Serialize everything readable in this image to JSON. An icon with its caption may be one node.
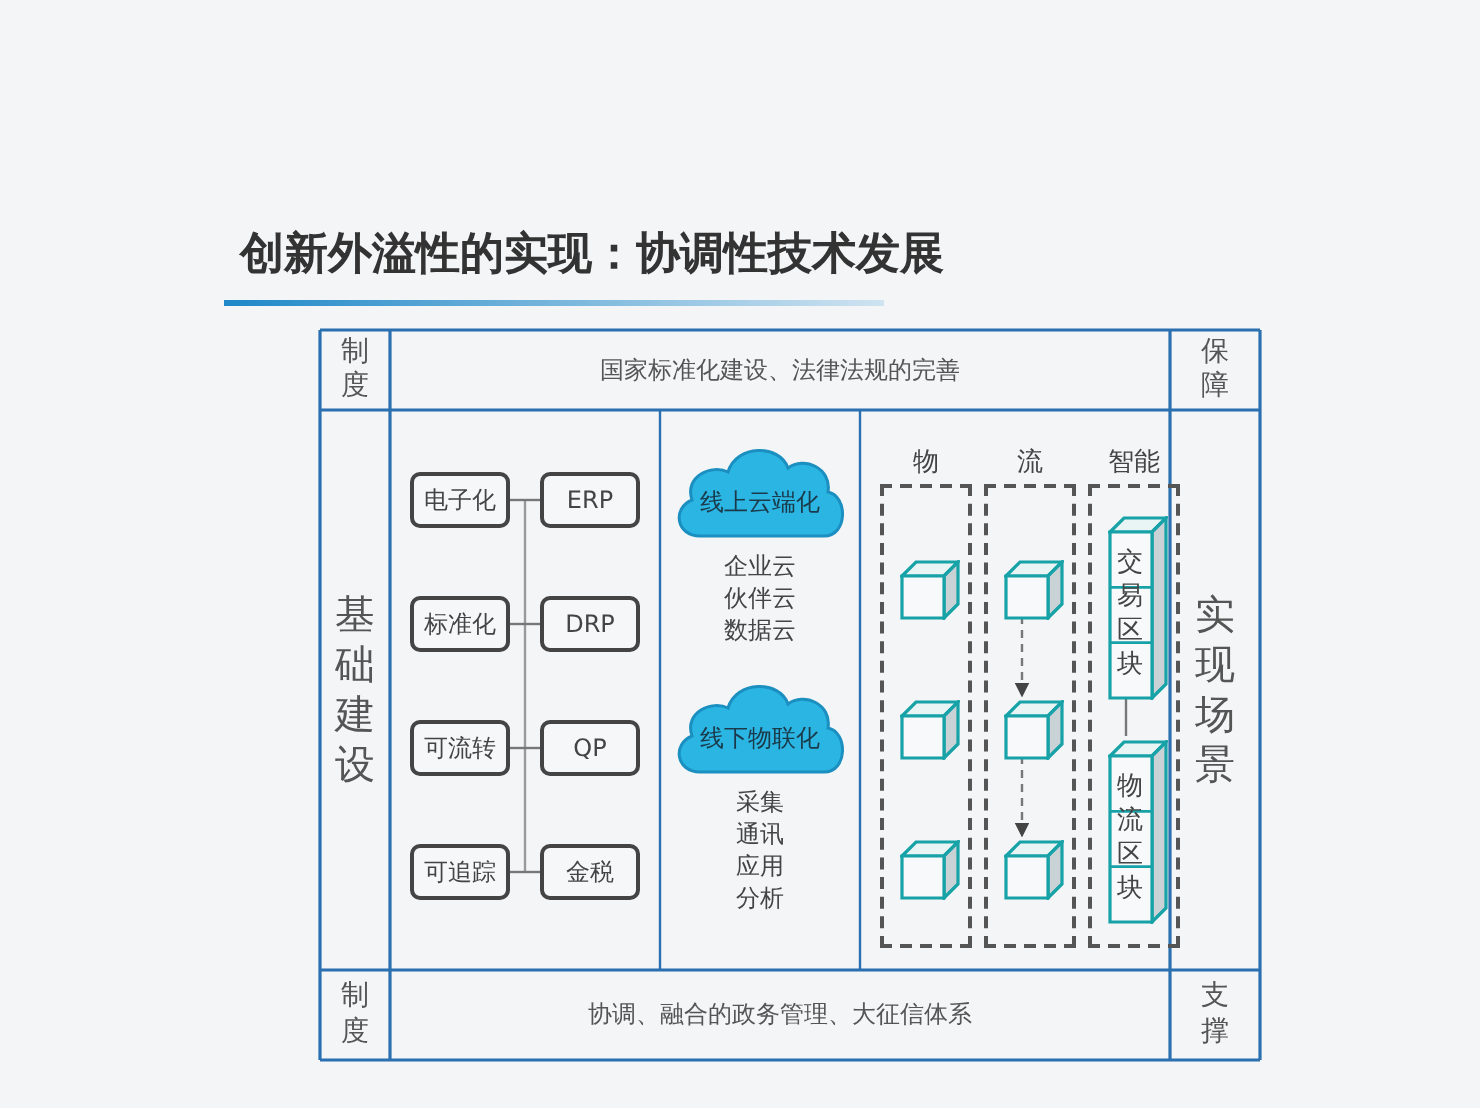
{
  "diagram": {
    "title": "创新外溢性的实现：协调性技术发展",
    "nodes": [
      {
        "text": [
          "制度"
        ]
      },
      {
        "text": [
          "国家标准化建设、法律法规的完善"
        ]
      },
      {
        "text": [
          "保障"
        ]
      },
      {
        "text": [
          "基础建设"
        ]
      },
      {
        "text": [
          "电子化"
        ]
      },
      {
        "text": [
          "ERP"
        ]
      },
      {
        "text": [
          "标准化"
        ]
      },
      {
        "text": [
          "DRP"
        ]
      },
      {
        "text": [
          "可流转"
        ]
      },
      {
        "text": [
          "QP"
        ]
      },
      {
        "text": [
          "可追踪"
        ]
      },
      {
        "text": [
          "金税"
        ]
      },
      {
        "text": [
          "线上云端化"
        ],
        "beside": [
          "企业云",
          "伙伴云",
          "数据云"
        ]
      },
      {
        "text": [
          "线下物联化"
        ],
        "beside": [
          "采集",
          "通讯",
          "应用",
          "分析"
        ]
      },
      {
        "text": [],
        "shape": "box"
      },
      {
        "text": [],
        "shape": "box"
      },
      {
        "text": [],
        "shape": "box"
      },
      {
        "text": [],
        "shape": "box",
        "in": 14
      },
      {
        "text": [],
        "shape": "box",
        "in": 14
      },
      {
        "text": [],
        "shape": "box",
        "in": 14
      },
      {
        "text": [],
        "shape": "box",
        "in": 15
      },
      {
        "text": [],
        "shape": "box",
        "in": 15
      },
      {
        "text": [],
        "shape": "box",
        "in": 15
      },
      {
        "text": [
          "交易区块"
        ],
        "in": 16
      },
      {
        "text": [
          "物流区块"
        ],
        "in": 16
      },
      {
        "text": [
          "实现场景"
        ]
      },
      {
        "text": [
          "制度"
        ]
      },
      {
        "text": [
          "协调、融合的政务管理、大征信体系"
        ]
      },
      {
        "text": [
          "支撑"
        ]
      }
    ],
    "edges": [
      {
        "from": 4,
        "to": 5,
        "arrow": "none"
      },
      {
        "from": 6,
        "to": 7,
        "arrow": "none"
      },
      {
        "from": 8,
        "to": 9,
        "arrow": "none"
      },
      {
        "from": 10,
        "to": 11,
        "arrow": "none"
      },
      {
        "from": 20,
        "to": 21,
        "arrow": "to",
        "style": "dashed"
      },
      {
        "from": 21,
        "to": 22,
        "arrow": "to",
        "style": "dashed"
      },
      {
        "from": 23,
        "to": 24,
        "arrow": "none"
      }
    ],
    "labels": [
      "物",
      "流",
      "智能"
    ]
  }
}
